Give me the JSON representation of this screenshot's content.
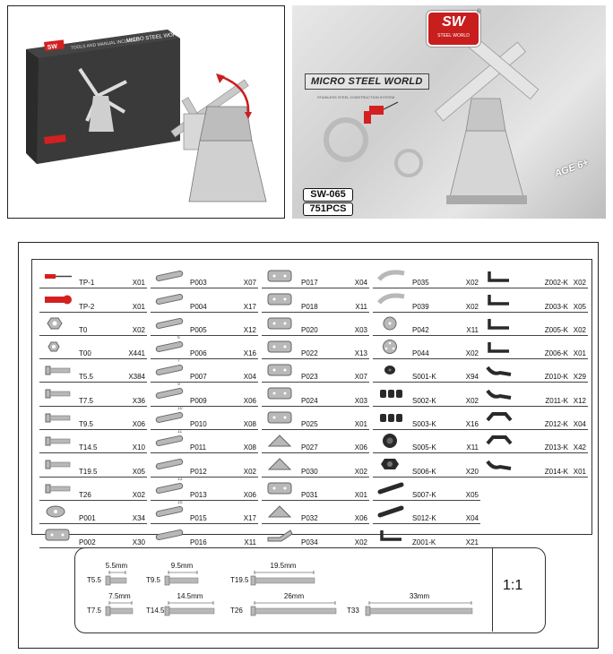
{
  "box": {
    "brand": "SW",
    "tools_note": "TOOLS AND MANUAL INCLUDED",
    "title": "MICRO STEEL WORLD"
  },
  "cover": {
    "logo": "SW",
    "logo_sub": "STEEL WORLD",
    "registered": "®",
    "title": "MICRO STEEL WORLD",
    "subtitle": "STAINLESS STEEL CONSTRUCTION SYSTEM",
    "model": "SW-065",
    "pieces": "751PCS",
    "age": "AGE 6+"
  },
  "parts_columns": [
    [
      {
        "code": "TP-1",
        "qty": "X01",
        "icon": "screwdriver-icon"
      },
      {
        "code": "TP-2",
        "qty": "X01",
        "icon": "wrench-icon"
      },
      {
        "code": "T0",
        "qty": "X02",
        "icon": "hex-nut-icon"
      },
      {
        "code": "T00",
        "qty": "X441",
        "icon": "small-nut-icon"
      },
      {
        "code": "T5.5",
        "qty": "X384",
        "icon": "screw-icon"
      },
      {
        "code": "T7.5",
        "qty": "X36",
        "icon": "screw-icon"
      },
      {
        "code": "T9.5",
        "qty": "X06",
        "icon": "screw-icon"
      },
      {
        "code": "T14.5",
        "qty": "X10",
        "icon": "screw-icon"
      },
      {
        "code": "T19.5",
        "qty": "X05",
        "icon": "screw-icon"
      },
      {
        "code": "T26",
        "qty": "X02",
        "icon": "screw-icon"
      },
      {
        "code": "P001",
        "qty": "X34",
        "icon": "washer-plate-icon"
      },
      {
        "code": "P002",
        "qty": "X30",
        "icon": "plate-icon"
      }
    ],
    [
      {
        "code": "P003",
        "qty": "X07",
        "icon": "strip-icon"
      },
      {
        "code": "P004",
        "qty": "X17",
        "icon": "strip-icon"
      },
      {
        "code": "P005",
        "qty": "X12",
        "icon": "strip-icon"
      },
      {
        "code": "P006",
        "qty": "X16",
        "icon": "strip-icon",
        "num": "6"
      },
      {
        "code": "P007",
        "qty": "X04",
        "icon": "strip-icon",
        "num": "7"
      },
      {
        "code": "P009",
        "qty": "X06",
        "icon": "strip-icon",
        "num": "9"
      },
      {
        "code": "P010",
        "qty": "X08",
        "icon": "strip-icon",
        "num": "10"
      },
      {
        "code": "P011",
        "qty": "X08",
        "icon": "strip-icon",
        "num": "11"
      },
      {
        "code": "P012",
        "qty": "X02",
        "icon": "strip-icon"
      },
      {
        "code": "P013",
        "qty": "X06",
        "icon": "strip-icon",
        "num": "13"
      },
      {
        "code": "P015",
        "qty": "X17",
        "icon": "strip-icon",
        "num": "15"
      },
      {
        "code": "P016",
        "qty": "X11",
        "icon": "strip-icon"
      }
    ],
    [
      {
        "code": "P017",
        "qty": "X04",
        "icon": "plate-icon"
      },
      {
        "code": "P018",
        "qty": "X11",
        "icon": "plate-icon"
      },
      {
        "code": "P020",
        "qty": "X03",
        "icon": "plate-icon"
      },
      {
        "code": "P022",
        "qty": "X13",
        "icon": "plate-icon"
      },
      {
        "code": "P023",
        "qty": "X07",
        "icon": "plate-icon"
      },
      {
        "code": "P024",
        "qty": "X03",
        "icon": "plate-icon"
      },
      {
        "code": "P025",
        "qty": "X01",
        "icon": "plate-icon"
      },
      {
        "code": "P027",
        "qty": "X06",
        "icon": "triangle-plate-icon"
      },
      {
        "code": "P030",
        "qty": "X02",
        "icon": "triangle-plate-icon"
      },
      {
        "code": "P031",
        "qty": "X01",
        "icon": "plate-icon"
      },
      {
        "code": "P032",
        "qty": "X06",
        "icon": "triangle-plate-icon"
      },
      {
        "code": "P034",
        "qty": "X02",
        "icon": "angled-plate-icon"
      }
    ],
    [
      {
        "code": "P035",
        "qty": "X02",
        "icon": "curved-strip-icon"
      },
      {
        "code": "P039",
        "qty": "X02",
        "icon": "curved-strip-icon"
      },
      {
        "code": "P042",
        "qty": "X11",
        "icon": "disc-icon"
      },
      {
        "code": "P044",
        "qty": "X02",
        "icon": "wheel-disc-icon"
      },
      {
        "code": "S001-K",
        "qty": "X94",
        "icon": "rubber-ring-icon"
      },
      {
        "code": "S002-K",
        "qty": "X02",
        "icon": "bushing-icon"
      },
      {
        "code": "S003-K",
        "qty": "X16",
        "icon": "bushing-icon"
      },
      {
        "code": "S005-K",
        "qty": "X11",
        "icon": "tire-icon"
      },
      {
        "code": "S006-K",
        "qty": "X20",
        "icon": "hub-icon"
      },
      {
        "code": "S007-K",
        "qty": "X05",
        "icon": "link-icon"
      },
      {
        "code": "S012-K",
        "qty": "X04",
        "icon": "link-icon"
      },
      {
        "code": "Z001-K",
        "qty": "X21",
        "icon": "bracket-icon"
      }
    ],
    [
      {
        "code": "Z002-K",
        "qty": "X02",
        "icon": "bracket-icon"
      },
      {
        "code": "Z003-K",
        "qty": "X05",
        "icon": "bracket-icon"
      },
      {
        "code": "Z005-K",
        "qty": "X02",
        "icon": "bracket-icon"
      },
      {
        "code": "Z006-K",
        "qty": "X01",
        "icon": "bracket-icon"
      },
      {
        "code": "Z010-K",
        "qty": "X29",
        "icon": "bent-bracket-icon"
      },
      {
        "code": "Z011-K",
        "qty": "X12",
        "icon": "bent-bracket-icon"
      },
      {
        "code": "Z012-K",
        "qty": "X04",
        "icon": "u-bracket-icon"
      },
      {
        "code": "Z013-K",
        "qty": "X42",
        "icon": "u-bracket-icon"
      },
      {
        "code": "Z014-K",
        "qty": "X01",
        "icon": "bent-bracket-icon"
      }
    ]
  ],
  "scale": {
    "ratio": "1:1",
    "screws": [
      {
        "code": "T5.5",
        "length": "5.5mm"
      },
      {
        "code": "T9.5",
        "length": "9.5mm"
      },
      {
        "code": "T19.5",
        "length": "19.5mm"
      },
      {
        "code": "T7.5",
        "length": "7.5mm"
      },
      {
        "code": "T14.5",
        "length": "14.5mm"
      },
      {
        "code": "T26",
        "length": "26mm"
      },
      {
        "code": "T33",
        "length": "33mm"
      }
    ]
  },
  "colors": {
    "red_tool": "#d42020",
    "dark_part": "#2a2a2a",
    "steel": "#b8b8b8"
  }
}
